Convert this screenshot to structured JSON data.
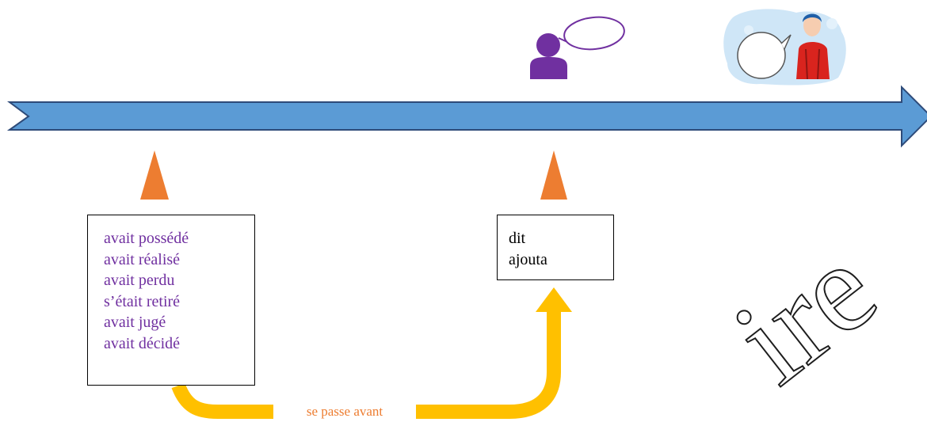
{
  "left_box": {
    "lines": [
      "avait possédé",
      "avait réalisé",
      "avait perdu",
      "s’était retiré",
      "avait jugé",
      "avait décidé"
    ]
  },
  "right_box": {
    "lines": [
      "dit",
      "ajouta"
    ]
  },
  "connector": {
    "label": "se passe avant"
  },
  "watermark": {
    "text": "ire"
  },
  "icons": {
    "left_marker": "triangle-marker-icon",
    "right_marker": "triangle-marker-icon",
    "speaker": "speaking-person-icon",
    "thinker": "thinking-man-icon"
  },
  "colors": {
    "timeline_fill": "#5b9bd5",
    "timeline_stroke": "#2e4b79",
    "marker": "#ed7d31",
    "connector": "#ffc000",
    "past_text": "#7030a0",
    "speaker": "#7030a0",
    "caption": "#ed7d31"
  }
}
